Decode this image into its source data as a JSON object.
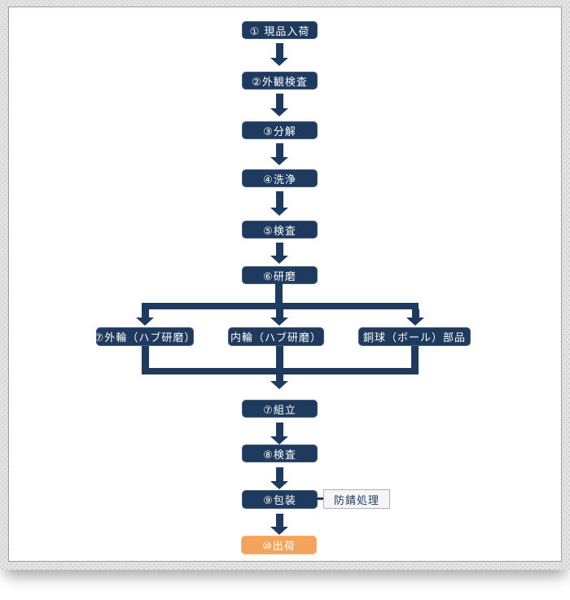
{
  "colors": {
    "navy": "#1f3a5f",
    "orange": "#f2a45f",
    "note_bg": "#f5f5f7",
    "note_border": "#b0b0b6"
  },
  "flow": {
    "top": [
      {
        "label": "① 現品入荷"
      },
      {
        "label": "②外観検査"
      },
      {
        "label": "③分解"
      },
      {
        "label": "④洗浄"
      },
      {
        "label": "⑤検査"
      },
      {
        "label": "⑥研磨"
      }
    ],
    "branches": [
      {
        "label": "⑦外輪（ハブ研磨）"
      },
      {
        "label": "内輪（ハブ研磨）"
      },
      {
        "label": "銅球（ボール）部品"
      }
    ],
    "bottom": [
      {
        "label": "⑦組立"
      },
      {
        "label": "⑧検査"
      },
      {
        "label": "⑨包装"
      }
    ],
    "note": {
      "label": "防錆処理"
    },
    "final": {
      "label": "⑩出荷"
    }
  }
}
